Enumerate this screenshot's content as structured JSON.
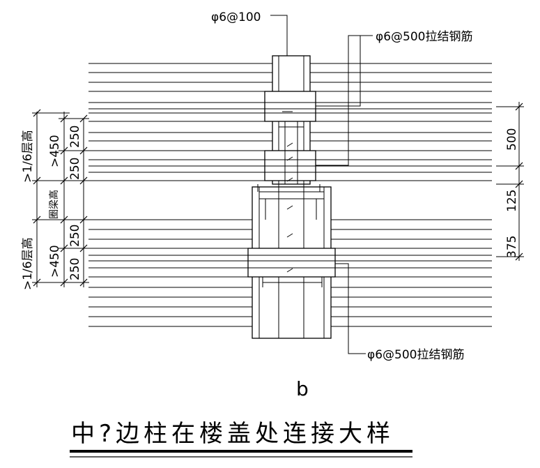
{
  "labels": {
    "top_stirrup": "φ6@100",
    "tie_upper": "φ6@500拉结钢筋",
    "tie_lower": "φ6@500拉结钢筋",
    "detail_mark": "b",
    "title": "中?边柱在楼盖处连接大样"
  },
  "left_dims": {
    "story_upper": ">1/6层高",
    "min450_upper": ">450",
    "d250_a": "250",
    "d250_b": "250",
    "beam_height": "圈梁高",
    "story_lower": ">1/6层高",
    "min450_lower": ">450",
    "d250_c": "250",
    "d250_d": "250"
  },
  "right_dims": {
    "d500": "500",
    "d125": "125",
    "d375": "375"
  }
}
